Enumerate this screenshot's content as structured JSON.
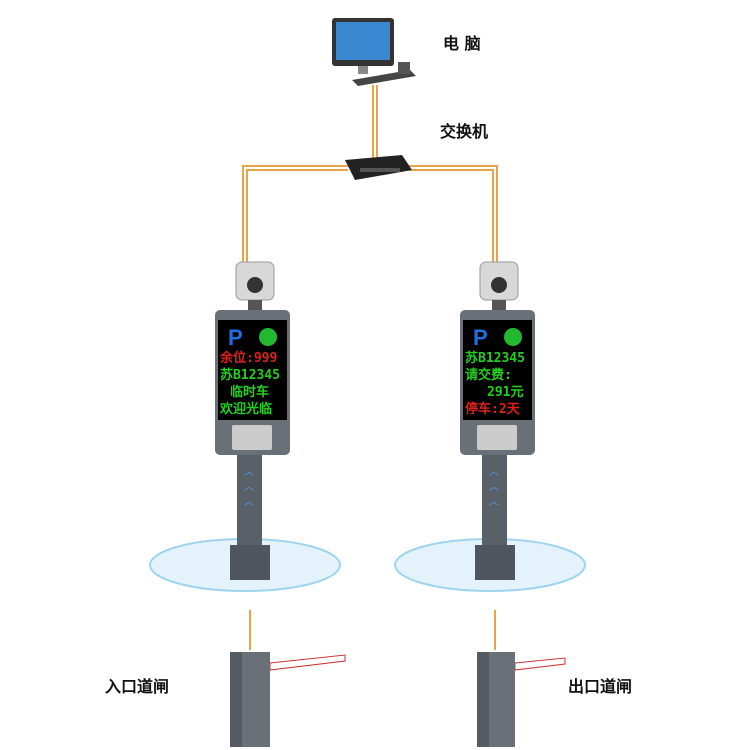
{
  "labels": {
    "computer": "电 脑",
    "switch": "交换机",
    "entry_gate": "入口道闸",
    "exit_gate": "出口道闸"
  },
  "entry_display": {
    "parking": "P",
    "line1": "余位:999",
    "line2": "苏B12345",
    "line3": "临时车",
    "line4": "欢迎光临"
  },
  "exit_display": {
    "parking": "P",
    "line1": "苏B12345",
    "line2": "请交费:",
    "line3": "291元",
    "line4": "停车:2天"
  },
  "colors": {
    "cable": "#e8a44a",
    "led_red": "#e0201a",
    "led_green": "#22d020",
    "pole": "#5a6068"
  }
}
